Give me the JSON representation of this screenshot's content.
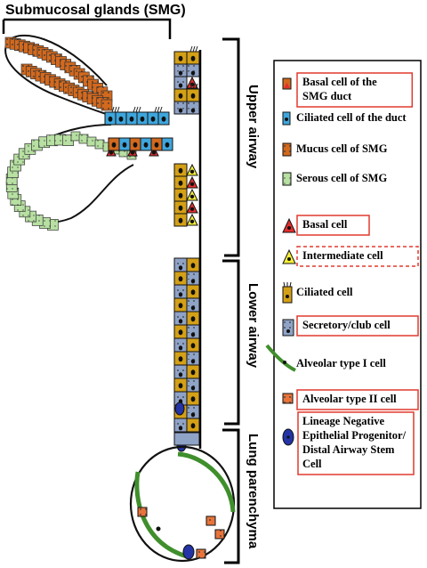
{
  "title": "Submucosal glands (SMG)",
  "regions": {
    "upper": "Upper airway",
    "lower": "Lower airway",
    "parenchyma": "Lung parenchyma"
  },
  "legend": [
    {
      "id": "smg-duct-basal",
      "lines": [
        "Basal cell of the",
        "SMG duct"
      ],
      "boxed": "solid"
    },
    {
      "id": "duct-ciliated",
      "lines": [
        "Ciliated  cell of the duct"
      ],
      "boxed": "none"
    },
    {
      "id": "mucus",
      "lines": [
        "Mucus  cell of SMG"
      ],
      "boxed": "none"
    },
    {
      "id": "serous",
      "lines": [
        "Serous cell of SMG"
      ],
      "boxed": "none"
    },
    {
      "id": "basal",
      "lines": [
        "Basal cell"
      ],
      "boxed": "solid"
    },
    {
      "id": "intermediate",
      "lines": [
        "Intermediate  cell"
      ],
      "boxed": "dashed"
    },
    {
      "id": "ciliated",
      "lines": [
        "Ciliated  cell"
      ],
      "boxed": "none"
    },
    {
      "id": "secretory",
      "lines": [
        "Secretory/club cell"
      ],
      "boxed": "solid"
    },
    {
      "id": "at1",
      "lines": [
        "Alveolar type I cell"
      ],
      "boxed": "none"
    },
    {
      "id": "at2",
      "lines": [
        "Alveolar type II cell"
      ],
      "boxed": "solid"
    },
    {
      "id": "lnep",
      "lines": [
        "Lineage Negative",
        "Epithelial Progenitor/",
        "Distal Airway Stem",
        "Cell"
      ],
      "boxed": "solid"
    }
  ],
  "colors": {
    "mucus": "#d2691e",
    "serous": "#b7e0a2",
    "ciliated": "#d4a017",
    "duct_ciliated": "#3ea6dd",
    "secretory": "#8fa3c7",
    "basal": "#e52e2e",
    "intermediate": "#f7ef3a",
    "at1": "#3f8f2c",
    "at2": "#e8743b",
    "lnep": "#2433a5",
    "box_red": "#e03a2f"
  }
}
